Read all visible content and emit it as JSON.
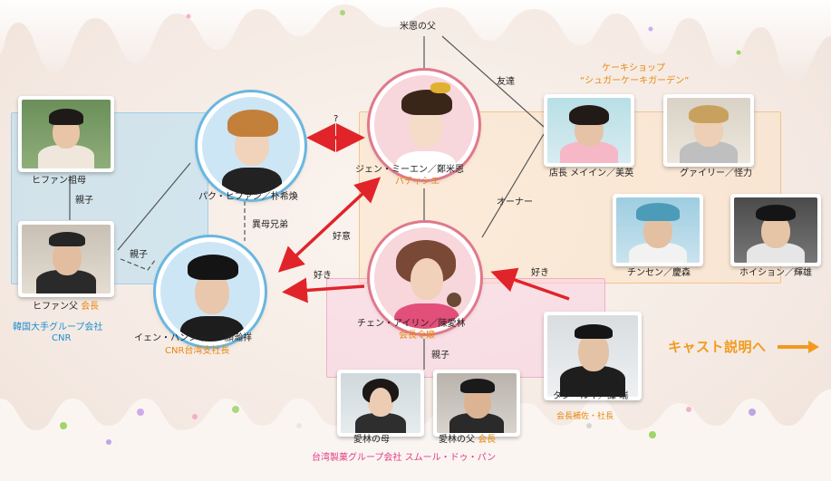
{
  "nodes": {
    "mien_father": "米恩の父",
    "cake_shop_title": "ケーキショップ",
    "cake_shop_name": "“シュガーケーキガーデン”",
    "hifan_grandma": "ヒファン祖母",
    "hifan": "パク・ヒファン／朴希煥",
    "mien": "ジェン・ミーエン／鄭米恩",
    "mien_role": "パティシエ",
    "owner_label": "店長 メイイン／美英",
    "gary": "グァイリー／怪力",
    "chinsen": "チンセン／慶森",
    "hoishon": "ホイション／輝雄",
    "hifan_father": "ヒファン父",
    "hifan_father_role": "会長",
    "cnr_company": "韓国大手グループ会社",
    "cnr": "CNR",
    "hanshan": "イェン・ハンシャン／顏瀚祥",
    "hanshan_role": "CNR台湾支社長",
    "ailin": "チェン・アイリン／陳愛林",
    "ailin_role": "会長令嬢",
    "tan": "タン・ルイ／譚 瑞",
    "tan_role": "会長補佐・社長",
    "ailin_mother": "愛林の母",
    "ailin_father": "愛林の父",
    "ailin_father_role": "会長",
    "taiwan_company": "台湾製菓グループ会社",
    "taiwan_company_name": "スムール・ドゥ・パン"
  },
  "relations": {
    "friend": "友達",
    "question": "?",
    "owner": "オーナー",
    "parent_child_1": "親子",
    "parent_child_2": "親子",
    "half_brothers": "異母兄弟",
    "affection": "好意",
    "likes_1": "好き",
    "likes_2": "好き",
    "parent_child_3": "親子"
  },
  "cast_link": "キャスト説明へ",
  "colors": {
    "arrow_red": "#e0242a",
    "accent_orange": "#e8870e",
    "accent_blue": "#1e8fd1",
    "accent_pink": "#e03d86",
    "circle_blue": "#69b7df",
    "circle_pink": "#e0788c"
  }
}
